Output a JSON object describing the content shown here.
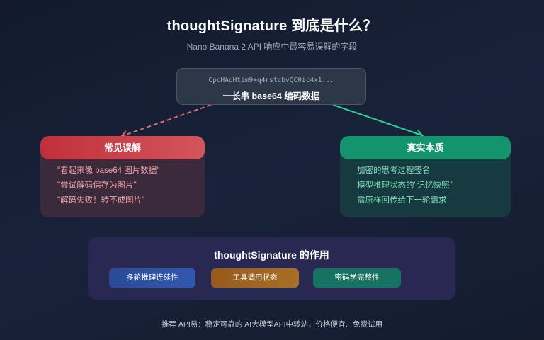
{
  "header": {
    "title": "thoughtSignature 到底是什么？",
    "subtitle": "Nano Banana 2 API 响应中最容易误解的字段"
  },
  "data_box": {
    "code_sample": "CpcHAdHtim9+q4rstcbvQC0ic4x1...",
    "label": "一长串 base64 编码数据"
  },
  "arrows": {
    "left": {
      "style": "dashed",
      "color": "#e06a6a",
      "target": "misconception"
    },
    "right": {
      "style": "solid",
      "color": "#2ecf94",
      "target": "reality"
    }
  },
  "misconception": {
    "title": "常见误解",
    "items": [
      "\"看起来像 base64 图片数据\"",
      "\"尝试解码保存为图片\"",
      "\"解码失败！转不成图片\""
    ],
    "color": "#c9373f"
  },
  "reality": {
    "title": "真实本质",
    "items": [
      "加密的思考过程签名",
      "模型推理状态的\"记忆快照\"",
      "需原样回传给下一轮请求"
    ],
    "color": "#13946c"
  },
  "roles": {
    "title": "thoughtSignature 的作用",
    "pills": [
      {
        "label": "多轮推理连续性",
        "color": "#2d52a3"
      },
      {
        "label": "工具调用状态",
        "color": "#9f6522"
      },
      {
        "label": "密码学完整性",
        "color": "#177361"
      }
    ]
  },
  "footer": {
    "text": "推荐 API易：稳定可靠的 AI大模型API中转站，价格便宜、免费试用"
  }
}
